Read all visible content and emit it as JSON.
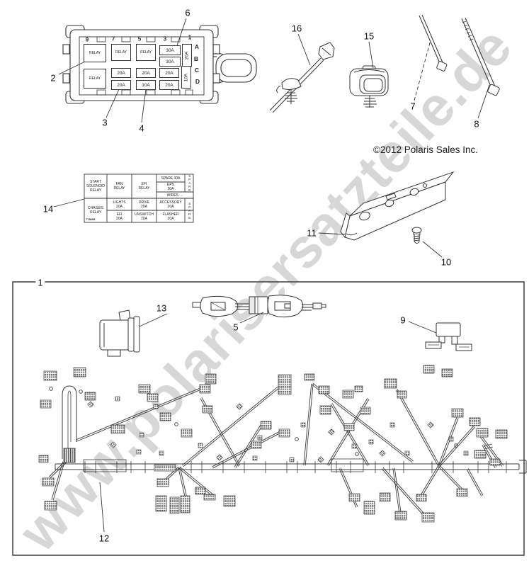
{
  "watermark": "www.polarisersatzteile.de",
  "copyright": "©2012 Polaris Sales Inc.",
  "callouts": {
    "1": "1",
    "2": "2",
    "3": "3",
    "4": "4",
    "5": "5",
    "6": "6",
    "7": "7",
    "8": "8",
    "9": "9",
    "10": "10",
    "11": "11",
    "12": "12",
    "13": "13",
    "14": "14",
    "15": "15",
    "16": "16"
  },
  "fuse_box": {
    "pin_numbers": [
      "9",
      "7",
      "5",
      "3",
      "1"
    ],
    "row_letters": [
      "A",
      "B",
      "C",
      "D"
    ],
    "relay_label": "RELAY",
    "fuse_top": [
      "30A",
      "30A"
    ],
    "fuse_row_c": [
      "20A",
      "20A",
      "20A"
    ],
    "fuse_row_d": [
      "20A",
      "10A",
      "20A"
    ],
    "fuse_vertical": [
      "20A",
      "10A"
    ]
  },
  "legend": {
    "start_relay": "START\nSOLENOID\nRELAY",
    "fan_relay": "FAN\nRELAY",
    "efi_relay": "EFI\nRELAY",
    "spare_30": "SPARE 30A",
    "eps_30": "EPS\n30A",
    "wires": "WIRES →",
    "chassis_relay": "CHASSIS\nRELAY",
    "lights_fuse": "LIGHTS\n20A",
    "efi_fuse": "EFI\n20A",
    "drive_fuse": "DRIVE\n20A",
    "unswitch_fuse": "UNSWITCH\n10A",
    "accessory_fuse": "ACCESSORY\n20A",
    "flasher_fuse": "FLASHER\n20A",
    "spare_vertical_top": "SPARE",
    "spare_vertical_bottom": "SPARE",
    "part_number": "779608"
  }
}
